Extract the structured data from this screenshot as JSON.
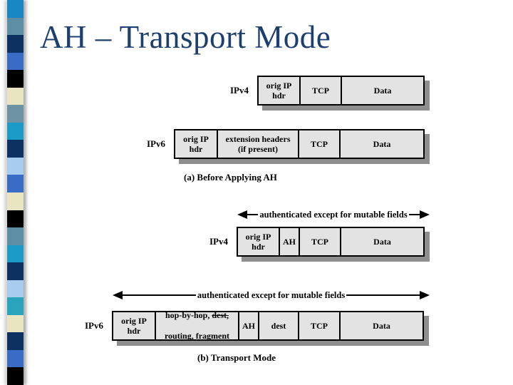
{
  "slide": {
    "title": "AH – Transport Mode",
    "title_color": "#1d3f6e",
    "background": "#ffffff"
  },
  "sidebar": {
    "colors": [
      "#1887c4",
      "#5e8ea6",
      "#0d3161",
      "#3b6cc5",
      "#000000",
      "#e9e5c3",
      "#6d93a5",
      "#1a9bc8",
      "#0d3161",
      "#a8cbf0",
      "#3b6cc5",
      "#e9e5c3",
      "#000000",
      "#5e8ea6",
      "#1a9bc8",
      "#0d3161",
      "#a8cbf0",
      "#2aa3bd",
      "#e9e5c3",
      "#0d3161",
      "#3b6cc5",
      "#000000"
    ]
  },
  "palette": {
    "box_fill": "#e3e3e3",
    "box_border": "#000000",
    "box_shadow": "#8e8e8e"
  },
  "diagram": {
    "caption_a": "(a) Before Applying AH",
    "caption_b": "(b) Transport Mode",
    "auth_label": "authenticated except for mutable fields",
    "rows": [
      {
        "label": "IPv4",
        "segments": [
          "orig IP\nhdr",
          "TCP",
          "Data"
        ]
      },
      {
        "label": "IPv6",
        "segments": [
          "orig IP\nhdr",
          "extension headers\n(if present)",
          "TCP",
          "Data"
        ]
      },
      {
        "label": "IPv4",
        "segments": [
          "orig IP\nhdr",
          "AH",
          "TCP",
          "Data"
        ]
      },
      {
        "label": "IPv6",
        "segments": [
          "orig IP\nhdr",
          "AH",
          "dest",
          "TCP",
          "Data"
        ],
        "hop": {
          "pre": "hop-by-hop, ",
          "struck": "dest,",
          "line2": "routing, fragment"
        }
      }
    ]
  }
}
